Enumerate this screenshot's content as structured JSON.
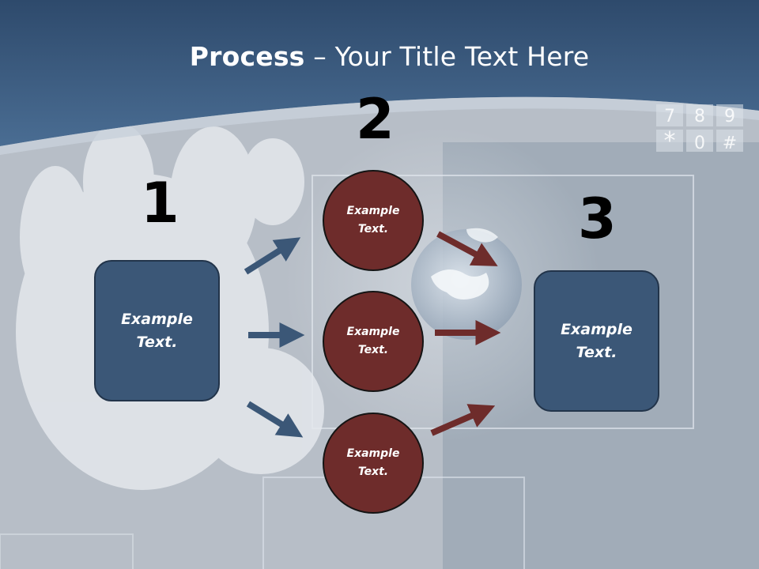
{
  "slide": {
    "title_bold": "Process",
    "title_rest": " – Your Title Text Here",
    "step_numbers": [
      "1",
      "2",
      "3"
    ],
    "box_left_text": "Example\nText.",
    "box_right_text": "Example\nText.",
    "circles": [
      {
        "text": "Example\nText."
      },
      {
        "text": "Example\nText."
      },
      {
        "text": "Example\nText."
      }
    ],
    "keypad": [
      "7",
      "8",
      "9",
      "*",
      "0",
      "#"
    ]
  },
  "colors": {
    "header_blue": "#3f6288",
    "box_fill": "#3b5777",
    "circle_fill": "#6e2c2b",
    "arrow_blue": "#3b5777",
    "arrow_red": "#6e2c2b"
  }
}
